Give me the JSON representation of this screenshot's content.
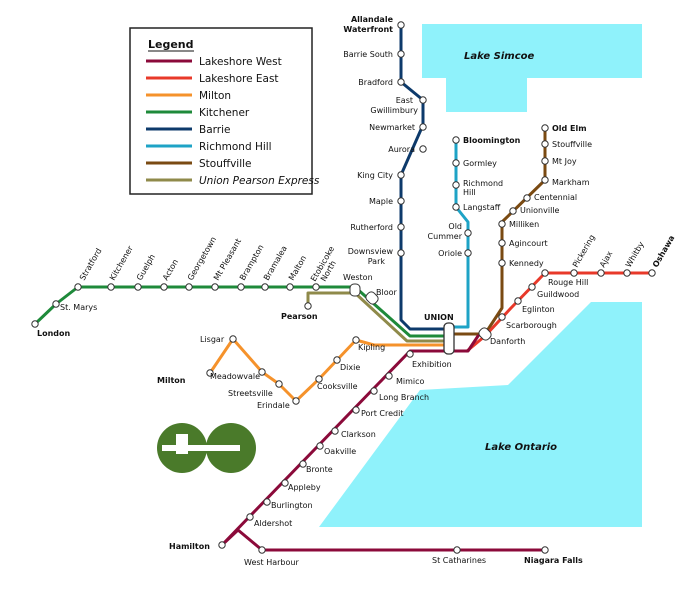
{
  "legend": {
    "title": "Legend",
    "lines": [
      {
        "name": "Lakeshore West",
        "color": "#8b0a3a"
      },
      {
        "name": "Lakeshore East",
        "color": "#e8392a"
      },
      {
        "name": "Milton",
        "color": "#f5922b"
      },
      {
        "name": "Kitchener",
        "color": "#1e8a3a"
      },
      {
        "name": "Barrie",
        "color": "#0d3a6b"
      },
      {
        "name": "Richmond Hill",
        "color": "#1ea3c6"
      },
      {
        "name": "Stouffville",
        "color": "#7a4a12"
      },
      {
        "name": "Union Pearson Express",
        "color": "#8f8a4a"
      }
    ]
  },
  "lakes": {
    "simcoe": "Lake Simcoe",
    "ontario": "Lake Ontario",
    "color": "#8ff2fb"
  },
  "logo_color": "#4a7a2a",
  "hub": "UNION",
  "stations": {
    "allandale": "Allandale Waterfront",
    "barrie_south": "Barrie South",
    "bradford": "Bradford",
    "east_gwillimbury": "East Gwillimbury",
    "newmarket": "Newmarket",
    "aurora": "Aurora",
    "king_city": "King City",
    "maple": "Maple",
    "rutherford": "Rutherford",
    "downsview": "Downsview Park",
    "bloomington": "Bloomington",
    "gormley": "Gormley",
    "richmond_hill": "Richmond Hill",
    "langstaff": "Langstaff",
    "old_cummer": "Old Cummer",
    "oriole": "Oriole",
    "old_elm": "Old Elm",
    "stouffville": "Stouffville",
    "mt_joy": "Mt Joy",
    "markham": "Markham",
    "centennial": "Centennial",
    "unionville": "Unionville",
    "milliken": "Milliken",
    "agincourt": "Agincourt",
    "kennedy": "Kennedy",
    "london": "London",
    "st_marys": "St. Marys",
    "stratford": "Stratford",
    "kitchener": "Kitchener",
    "guelph": "Guelph",
    "acton": "Acton",
    "georgetown": "Georgetown",
    "mt_pleasant": "Mt Pleasant",
    "brampton": "Brampton",
    "bramalea": "Bramalea",
    "malton": "Malton",
    "etobicoke_north": "Etobicoke North",
    "weston": "Weston",
    "bloor": "Bloor",
    "pearson": "Pearson",
    "oshawa": "Oshawa",
    "whitby": "Whitby",
    "ajax": "Ajax",
    "pickering": "Pickering",
    "rouge_hill": "Rouge Hill",
    "guildwood": "Guildwood",
    "eglinton": "Eglinton",
    "scarborough": "Scarborough",
    "danforth": "Danforth",
    "milton": "Milton",
    "lisgar": "Lisgar",
    "meadowvale": "Meadowvale",
    "streetsville": "Streetsville",
    "erindale": "Erindale",
    "cooksville": "Cooksville",
    "dixie": "Dixie",
    "kipling": "Kipling",
    "exhibition": "Exhibition",
    "mimico": "Mimico",
    "long_branch": "Long Branch",
    "port_credit": "Port Credit",
    "clarkson": "Clarkson",
    "oakville": "Oakville",
    "bronte": "Bronte",
    "appleby": "Appleby",
    "burlington": "Burlington",
    "aldershot": "Aldershot",
    "hamilton": "Hamilton",
    "west_harbour": "West Harbour",
    "st_catharines": "St Catharines",
    "niagara_falls": "Niagara Falls"
  }
}
